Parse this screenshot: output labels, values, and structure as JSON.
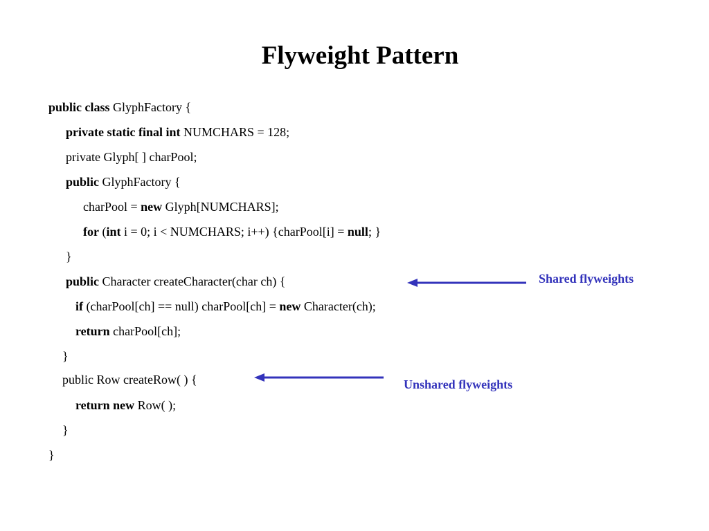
{
  "title": "Flyweight Pattern",
  "code": {
    "l1": {
      "kw1": "public class",
      "t1": " GlyphFactory {"
    },
    "l2": {
      "kw1": "private static final int",
      "t1": " NUMCHARS = 128;"
    },
    "l3": {
      "t1": "private Glyph[ ] charPool;"
    },
    "l4": {
      "kw1": "public",
      "t1": " GlyphFactory {"
    },
    "l5": {
      "t1": "charPool = ",
      "kw1": "new",
      "t2": " Glyph[NUMCHARS];"
    },
    "l6": {
      "kw1": "for",
      "t1": " (",
      "kw2": "int",
      "t2": " i = 0; i < NUMCHARS; i++) {charPool[i] = ",
      "kw3": "null",
      "t3": "; }"
    },
    "l7": {
      "t1": "}"
    },
    "l8": {
      "kw1": "public",
      "t1": " Character createCharacter(char ch) {"
    },
    "l9": {
      "kw1": "if",
      "t1": " (charPool[ch] == null) charPool[ch] = ",
      "kw2": "new",
      "t2": " Character(ch);"
    },
    "l10": {
      "kw1": "return",
      "t1": " charPool[ch];"
    },
    "l11": {
      "t1": "}"
    },
    "l12": {
      "t1": "public Row createRow( ) {"
    },
    "l13": {
      "kw1": "return new",
      "t1": " Row( );"
    },
    "l14": {
      "t1": "}"
    },
    "l15": {
      "t1": "}"
    }
  },
  "annotations": {
    "shared": "Shared flyweights",
    "unshared": "Unshared flyweights"
  },
  "colors": {
    "annotation": "#3333bb",
    "text": "#000000",
    "background": "#ffffff"
  }
}
